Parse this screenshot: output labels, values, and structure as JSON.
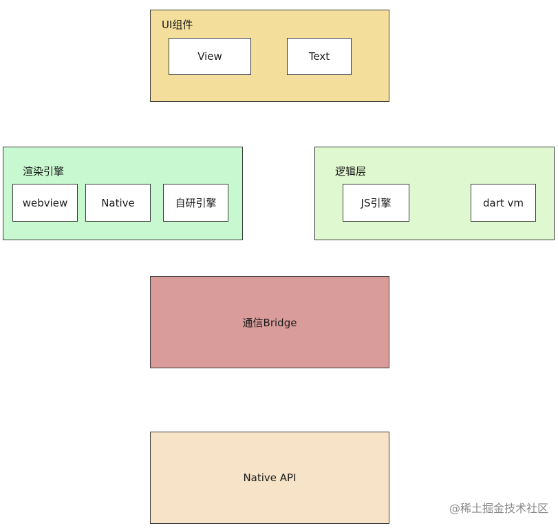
{
  "ui_layer": {
    "title": "UI组件",
    "color": "#f3de9b",
    "items": [
      "View",
      "Text"
    ]
  },
  "render_layer": {
    "title": "渲染引擎",
    "color": "#c8f8cf",
    "items": [
      "webview",
      "Native",
      "自研引擎"
    ]
  },
  "logic_layer": {
    "title": "逻辑层",
    "color": "#e0f8cf",
    "items": [
      "JS引擎",
      "dart vm"
    ]
  },
  "bridge_layer": {
    "label": "通信Bridge",
    "color": "#d99c9a"
  },
  "native_api_layer": {
    "label": "Native API",
    "color": "#f6e3c8"
  },
  "watermark": "@稀土掘金技术社区"
}
